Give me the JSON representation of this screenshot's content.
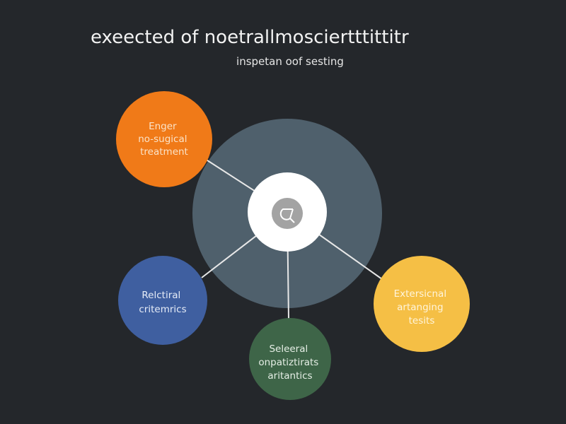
{
  "title": "exeected of noetrallmosciertttittitr",
  "subtitle": "inspetan oof sesting",
  "colors": {
    "background": "#24272b",
    "hub": "#4f606c",
    "center": "#ffffff",
    "icon": "#a3a3a3",
    "orange": "#f07a18",
    "blue": "#3f5fa0",
    "green": "#3e6548",
    "yellow": "#f5bf45"
  },
  "center_icon": "q-logo-icon",
  "nodes": [
    {
      "id": "orange",
      "lines": [
        "Enger",
        "no-sugical",
        "treatment"
      ]
    },
    {
      "id": "blue",
      "lines": [
        "Relctiral",
        "critemrics"
      ]
    },
    {
      "id": "green",
      "lines": [
        "Seleeral",
        "onpatiztirats",
        "aritantics"
      ]
    },
    {
      "id": "yellow",
      "lines": [
        "Extersicnal",
        "artanging",
        "tesits"
      ]
    }
  ]
}
